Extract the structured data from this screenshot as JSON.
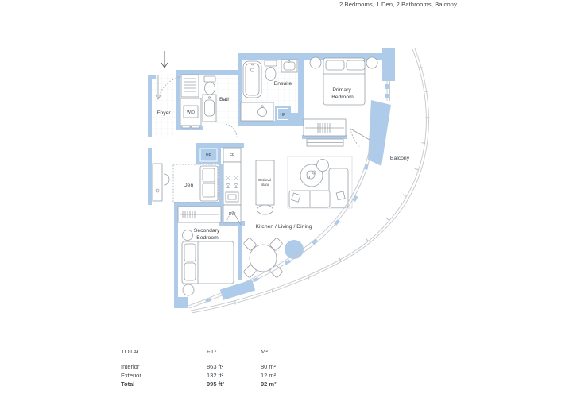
{
  "header": {
    "summary": "2 Bedrooms, 1 Den, 2 Bathrooms, Balcony"
  },
  "floorplan": {
    "colors": {
      "wall": "#aecbea",
      "line": "#9aa1a8",
      "text": "#3f4449",
      "tile": "#e9ecef",
      "rail": "#c3c8cd"
    },
    "labels": {
      "foyer": "Foyer",
      "wd": "W/D",
      "bath": "Bath",
      "ensuite": "Ensuite",
      "hp": "HP",
      "ff": "FF",
      "dw": "DW",
      "den": "Den",
      "primary": [
        "Primary",
        "Bedroom"
      ],
      "secondary": [
        "Secondary",
        "Bedroom"
      ],
      "kitchen_living_dining": "Kitchen / Living / Dining",
      "balcony": "Balcony",
      "optional_island": [
        "Optional",
        "Island"
      ]
    }
  },
  "area_table": {
    "headers": {
      "label": "TOTAL",
      "ft": "FT²",
      "m": "M²"
    },
    "rows": [
      {
        "label": "Interior",
        "ft": "863 ft²",
        "m": "80 m²"
      },
      {
        "label": "Exterior",
        "ft": "132 ft²",
        "m": "12 m²"
      },
      {
        "label": "Total",
        "ft": "995 ft²",
        "m": "92 m²"
      }
    ]
  }
}
